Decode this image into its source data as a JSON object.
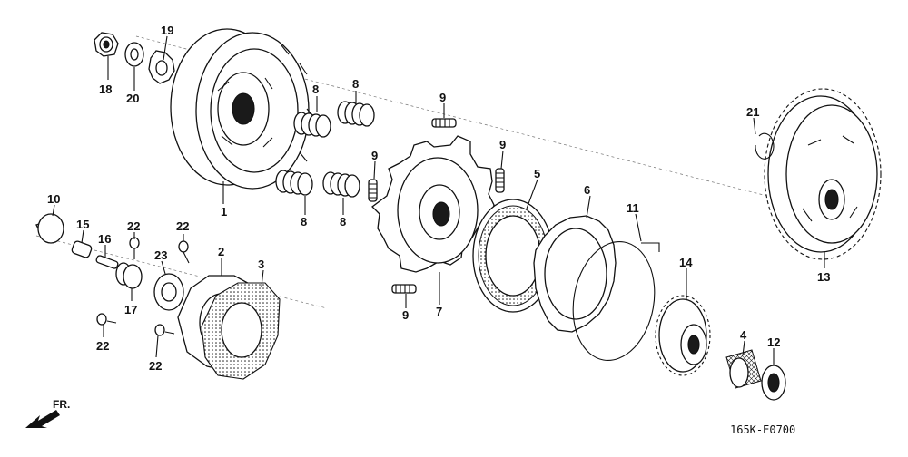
{
  "diagram": {
    "code": "165K-E0700",
    "direction_label": "FR.",
    "callouts": {
      "c1": "1",
      "c2": "2",
      "c3": "3",
      "c4": "4",
      "c5": "5",
      "c6": "6",
      "c7": "7",
      "c8a": "8",
      "c8b": "8",
      "c8c": "8",
      "c8d": "8",
      "c9a": "9",
      "c9b": "9",
      "c9c": "9",
      "c9d": "9",
      "c10": "10",
      "c11": "11",
      "c12": "12",
      "c13": "13",
      "c14": "14",
      "c15": "15",
      "c16": "16",
      "c17": "17",
      "c18": "18",
      "c19": "19",
      "c20": "20",
      "c21": "21",
      "c22a": "22",
      "c22b": "22",
      "c22c": "22",
      "c22d": "22",
      "c23": "23"
    }
  }
}
